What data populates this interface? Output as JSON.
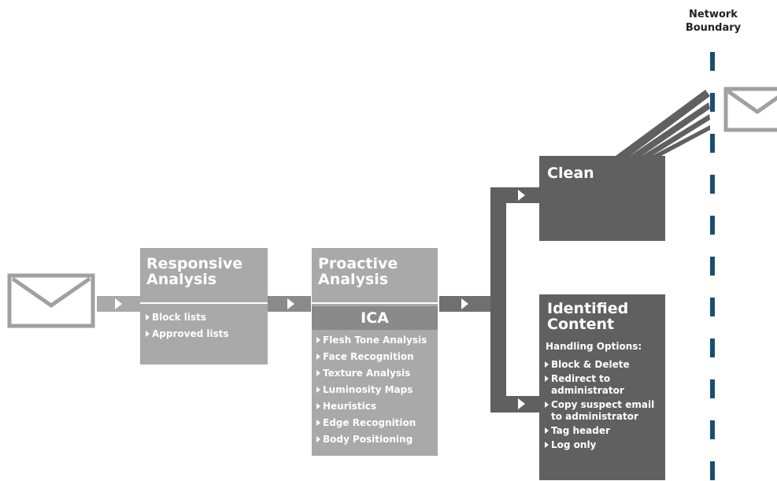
{
  "network_boundary": {
    "line1": "Network",
    "line2": "Boundary"
  },
  "responsive": {
    "title_line1": "Responsive",
    "title_line2": "Analysis",
    "items": [
      "Block lists",
      "Approved lists"
    ]
  },
  "proactive": {
    "title_line1": "Proactive",
    "title_line2": "Analysis",
    "ica": "ICA",
    "items": [
      "Flesh Tone Analysis",
      "Face Recognition",
      "Texture Analysis",
      "Luminosity Maps",
      "Heuristics",
      "Edge Recognition",
      "Body Positioning"
    ]
  },
  "clean": {
    "title": "Clean"
  },
  "identified": {
    "title_line1": "Identified",
    "title_line2": "Content",
    "subtitle": "Handling Options:",
    "items": [
      {
        "line1": "Block & Delete",
        "line2": ""
      },
      {
        "line1": "Redirect to",
        "line2": "administrator"
      },
      {
        "line1": "Copy suspect email",
        "line2": "to administrator"
      },
      {
        "line1": "Tag header",
        "line2": ""
      },
      {
        "line1": "Log only",
        "line2": ""
      }
    ]
  }
}
